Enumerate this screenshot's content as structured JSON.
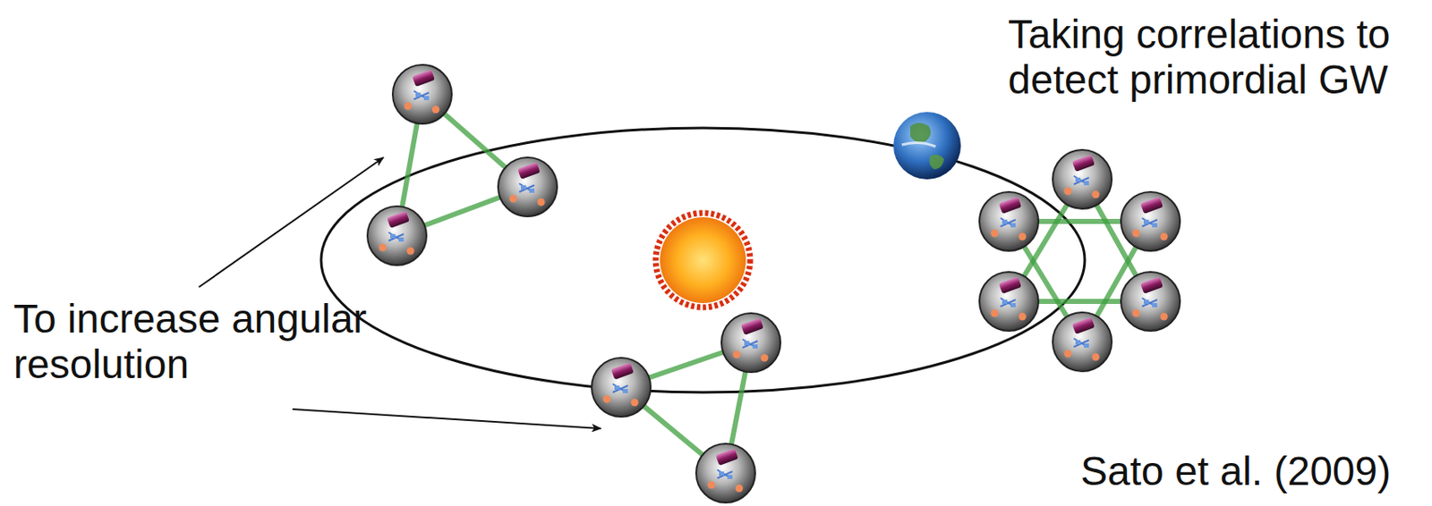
{
  "diagram": {
    "labels": [
      "Taking correlations to detect primordial GW",
      "To increase angular resolution",
      "Sato et al. (2009)"
    ]
  }
}
